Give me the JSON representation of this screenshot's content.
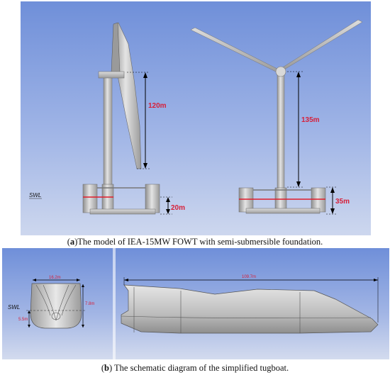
{
  "panel_a": {
    "swl_label": "SWL",
    "dim_left_rotor": "120m",
    "dim_left_draft": "20m",
    "dim_right_rotor": "135m",
    "dim_right_draft": "35m",
    "caption_tag": "a",
    "caption_text": "The model of IEA-15MW FOWT with semi-submersible foundation."
  },
  "panel_b": {
    "swl_label": "SWL",
    "dim_beam": "16.2m",
    "dim_depth": "7.8m",
    "dim_draft": "5.5m",
    "dim_length": "109.7m",
    "caption_tag": "b",
    "caption_text": " The schematic diagram of the simplified tugboat."
  },
  "colors": {
    "sky_top": "#6f8fd9",
    "sky_bottom": "#cdd7ee",
    "structure_gray": "#c4c4c4",
    "dimension_red": "#d6203a",
    "waterline_red": "#e01c2c"
  }
}
